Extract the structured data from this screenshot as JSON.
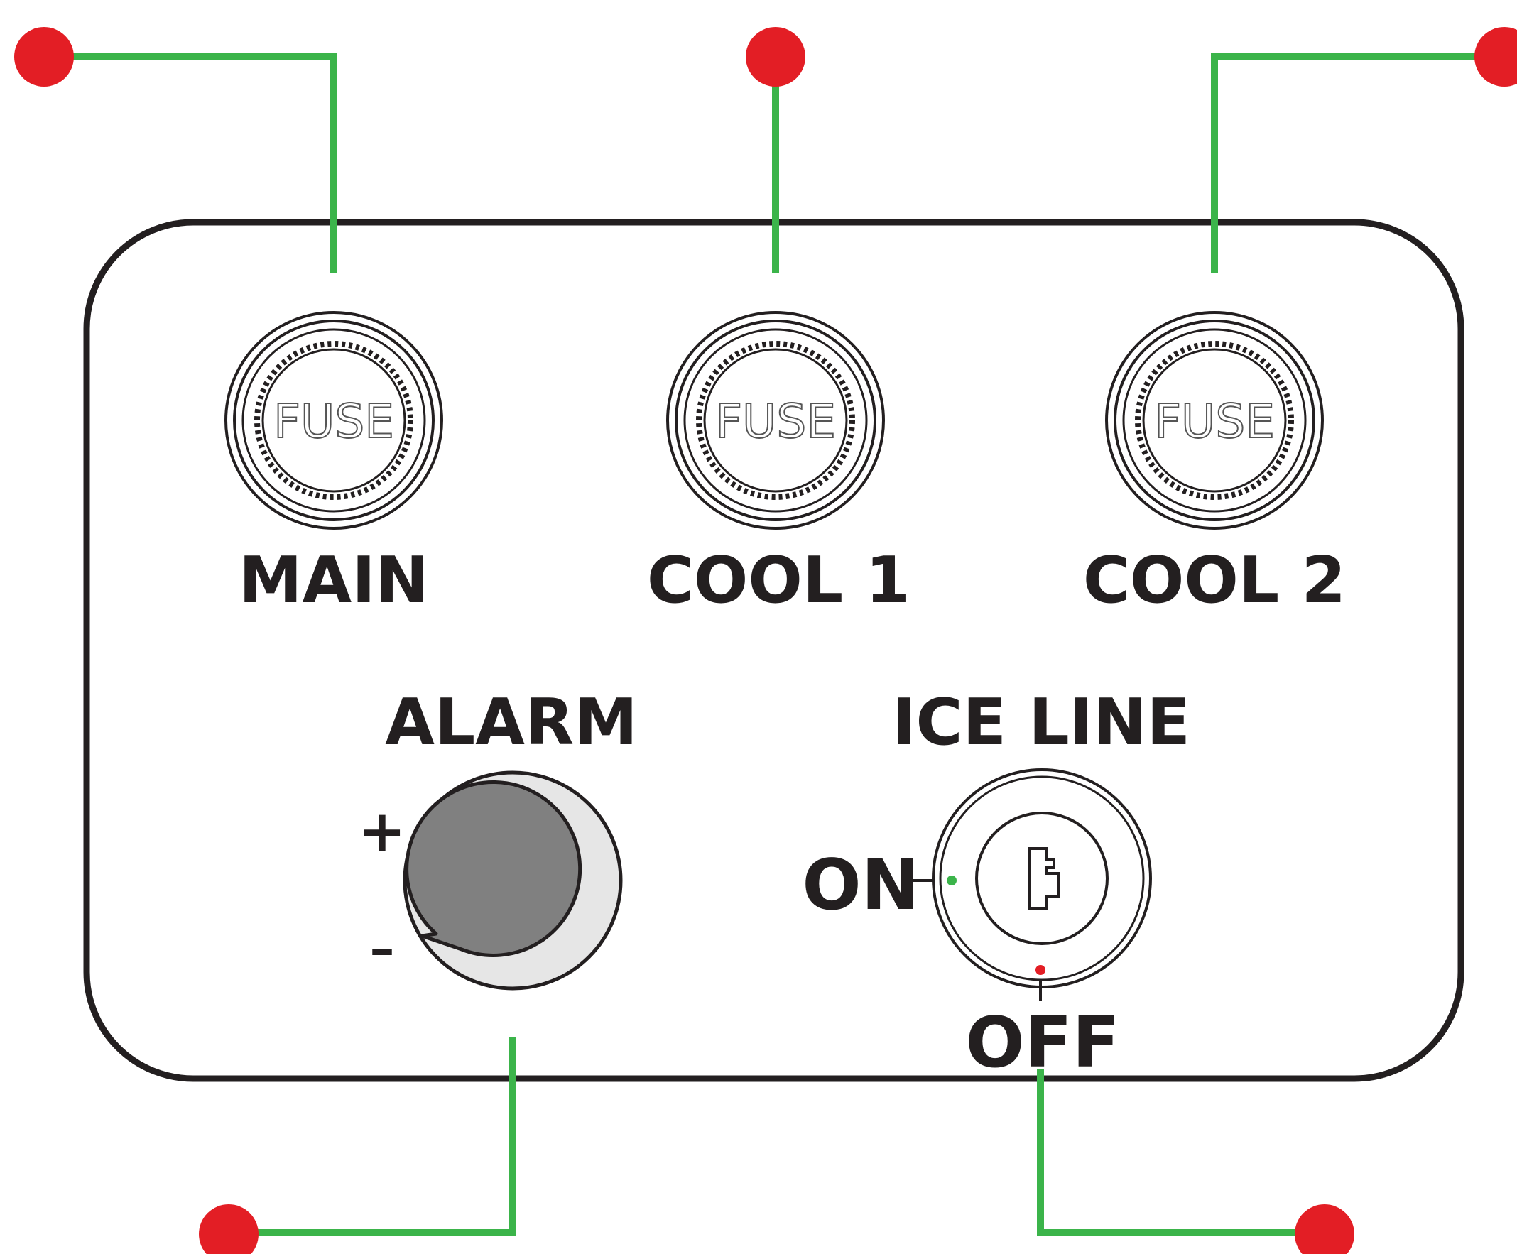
{
  "fuses": [
    {
      "cap_text": "FUSE",
      "label": "MAIN"
    },
    {
      "cap_text": "FUSE",
      "label": "COOL 1"
    },
    {
      "cap_text": "FUSE",
      "label": "COOL 2"
    }
  ],
  "alarm": {
    "label": "ALARM",
    "plus": "+",
    "minus": "–"
  },
  "ice_line": {
    "label": "ICE LINE",
    "on_label": "ON",
    "off_label": "OFF"
  },
  "colors": {
    "leader": "#3bb44a",
    "marker": "#e31e25",
    "outline": "#231f20",
    "knob": "#808080",
    "bezel": "#e6e6e6"
  }
}
